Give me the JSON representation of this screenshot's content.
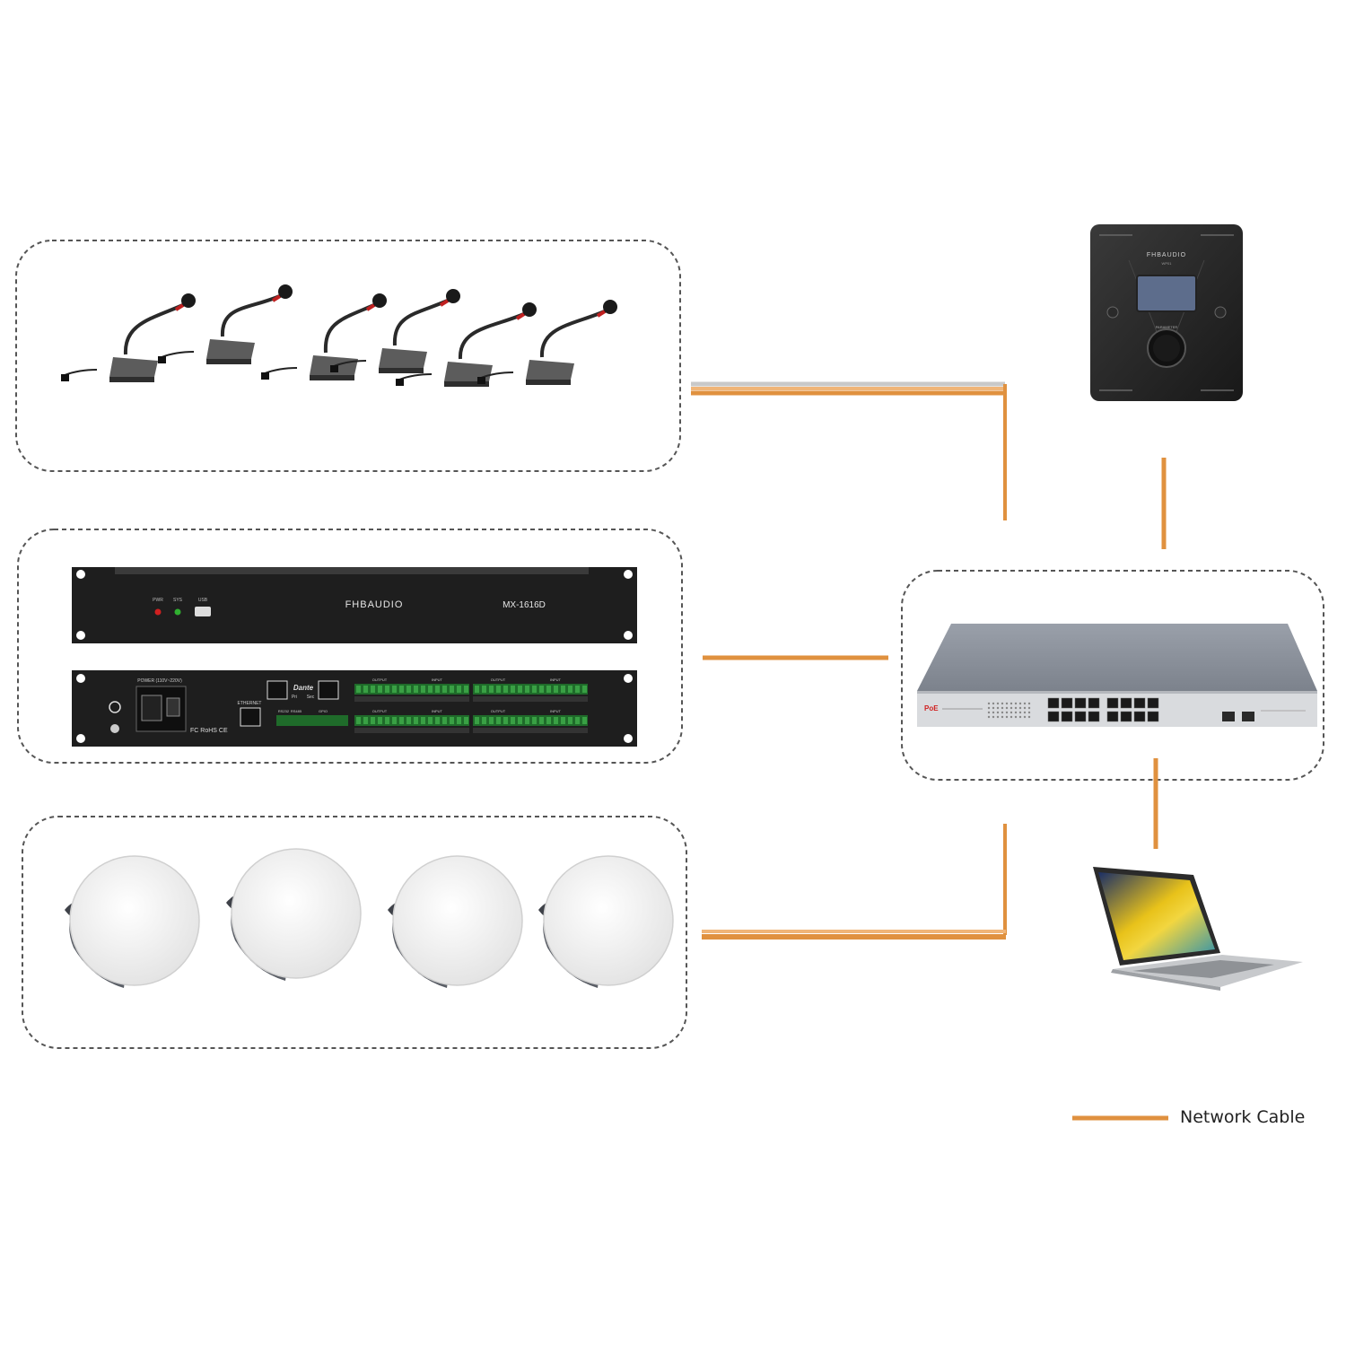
{
  "colors": {
    "cable": "#E0913F",
    "cable_light": "#F0B578",
    "cable_gray": "#C9C9C9",
    "group_border": "#555555",
    "device_dark": "#1C1C1C",
    "switch_body": "#8A8F99"
  },
  "devices": {
    "microphones": {
      "count": 6,
      "icon": "gooseneck-microphone-icon"
    },
    "processor": {
      "brand": "FHBAUDIO",
      "model": "MX-1616D",
      "front_indicators": [
        "PWR",
        "SYS",
        "USB"
      ],
      "rear_labels": {
        "power": "POWER (110V~220V)",
        "dante": "Dante",
        "dante_pri": "Pri",
        "dante_sec": "Sec",
        "ethernet": "ETHERNET",
        "rs232": "RS232",
        "rs485": "RS485",
        "gpio": "GPIO",
        "output": "OUTPUT",
        "input": "INPUT",
        "certs": "FC RoHS CE"
      }
    },
    "wall_panel": {
      "brand": "FHBAUDIO",
      "model": "WP01",
      "ring_label": "PARAMETER"
    },
    "switch": {
      "badge": "PoE",
      "ports": 16,
      "sfp_ports": 2
    },
    "speakers": {
      "count": 4,
      "icon": "ceiling-speaker-icon"
    },
    "laptop": {
      "icon": "laptop-icon"
    }
  },
  "legend": {
    "cable_label": "Network Cable"
  }
}
